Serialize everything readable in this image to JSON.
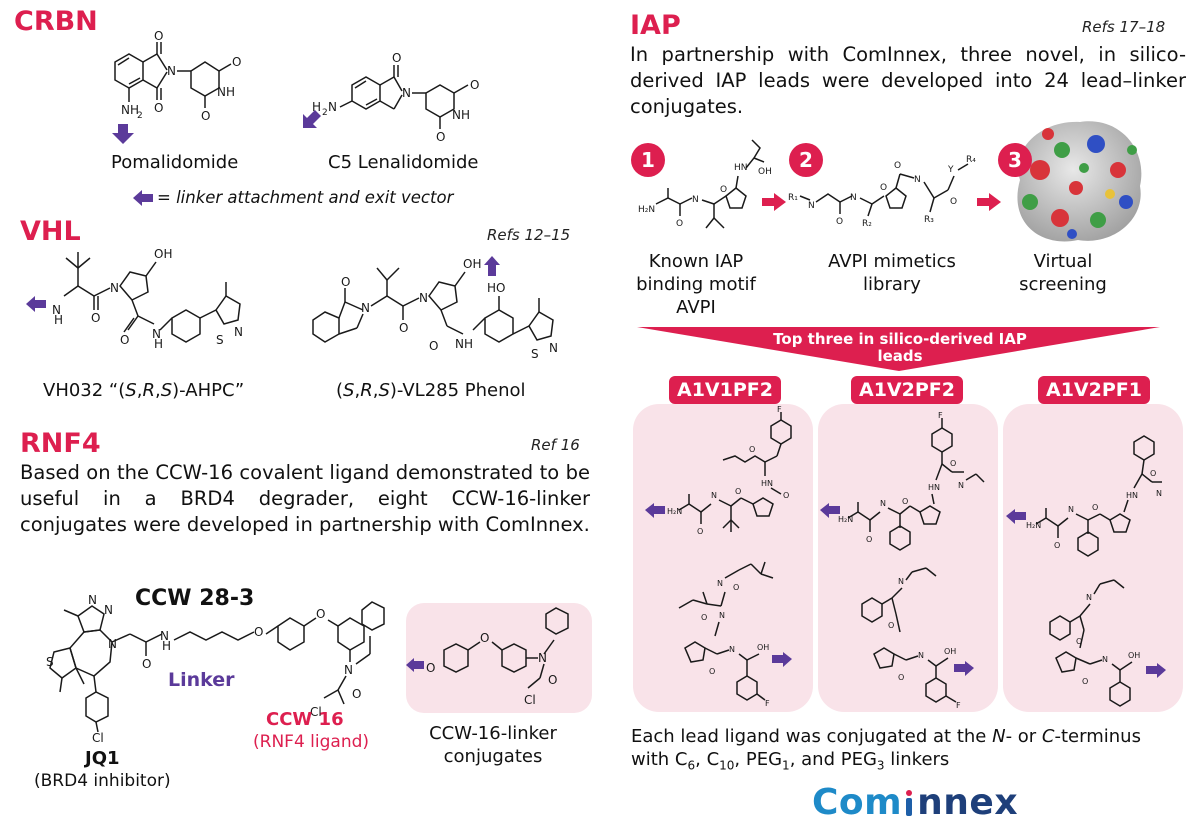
{
  "crbn": {
    "title": "CRBN",
    "mol1_name": "Pomalidomide",
    "mol2_name": "C5 Lenalidomide",
    "legend": "= linker attachment and exit vector"
  },
  "vhl": {
    "title": "VHL",
    "refs": "Refs 12–15",
    "mol1_prefix": "VH032 “(",
    "mol1_s1": "S",
    "mol1_c1": ",",
    "mol1_r": "R",
    "mol1_c2": ",",
    "mol1_s2": "S",
    "mol1_suffix": ")-AHPC”",
    "mol2_prefix": "(",
    "mol2_s1": "S",
    "mol2_c1": ",",
    "mol2_r": "R",
    "mol2_c2": ",",
    "mol2_s2": "S",
    "mol2_suffix": ")-VL285 Phenol"
  },
  "rnf4": {
    "title": "RNF4",
    "ref": "Ref 16",
    "paragraph": "Based on the CCW-16 covalent ligand demonstrated to be useful in a BRD4 degrader, eight CCW-16-linker conjugates were developed in partnership with ComInnex.",
    "ccw283": "CCW 28-3",
    "linker": "Linker",
    "ccw16": "CCW 16",
    "ccw16_sub": "(RNF4 ligand)",
    "jq1": "JQ1",
    "jq1_sub": "(BRD4 inhibitor)",
    "conj_line1": "CCW-16-linker",
    "conj_line2": "conjugates"
  },
  "iap": {
    "title": "IAP",
    "refs": "Refs 17–18",
    "paragraph": "In partnership with ComInnex, three novel, in silico-derived IAP leads were developed into 24 lead–linker conjugates.",
    "steps": [
      {
        "num": "1",
        "line1": "Known IAP",
        "line2": "binding motif",
        "line3": "AVPI"
      },
      {
        "num": "2",
        "line1": "AVPI mimetics",
        "line2": "library"
      },
      {
        "num": "3",
        "line1": "Virtual",
        "line2": "screening"
      }
    ],
    "banner_line1": "Top three in silico-derived IAP",
    "banner_line2": "leads",
    "leads": [
      "A1V1PF2",
      "A1V2PF2",
      "A1V2PF1"
    ],
    "footer_pre": "Each lead ligand was conjugated at the ",
    "footer_n": "N",
    "footer_mid": "- or ",
    "footer_c": "C",
    "footer_post": "-terminus",
    "footer_line2_a": "with C",
    "footer_sub_6": "6",
    "footer_line2_b": ", C",
    "footer_sub_10": "10",
    "footer_line2_c": ", PEG",
    "footer_sub_1": "1",
    "footer_line2_d": ", and PEG",
    "footer_sub_3": "3",
    "footer_line2_e": " linkers",
    "logo_left": "Com",
    "logo_right": "nnex"
  },
  "colors": {
    "accent_red": "#dd1f4f",
    "arrow_purple": "#5b3a9a",
    "pink_box": "#f9e3e9",
    "logo_blue": "#1e5fa8"
  }
}
